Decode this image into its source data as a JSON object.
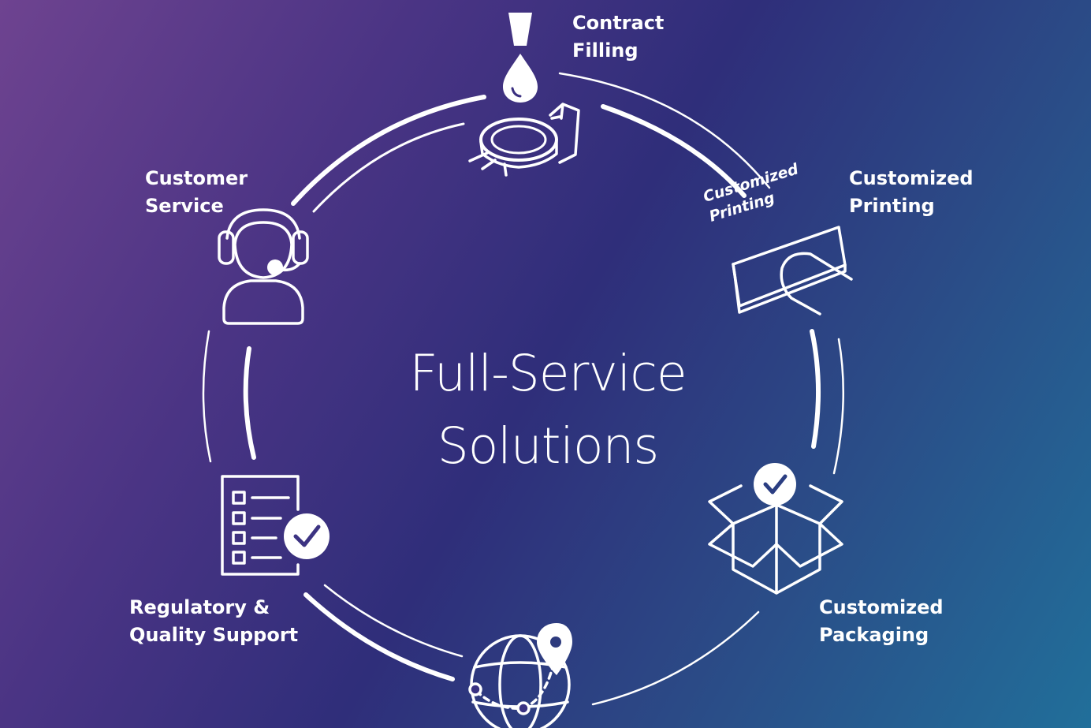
{
  "center": {
    "line1": "Full-Service",
    "line2": "Solutions"
  },
  "services": [
    {
      "id": "contract-filling",
      "line1": "Contract",
      "line2": "Filling",
      "icon": "filling-drop-icon"
    },
    {
      "id": "customized-printing",
      "line1": "Customized",
      "line2": "Printing",
      "icon": "printing-plate-icon"
    },
    {
      "id": "customized-packaging",
      "line1": "Customized",
      "line2": "Packaging",
      "icon": "open-box-check-icon"
    },
    {
      "id": "logistics",
      "icon": "globe-location-pin-icon"
    },
    {
      "id": "regulatory-quality",
      "line1": "Regulatory &",
      "line2": "Quality Support",
      "icon": "checklist-check-icon"
    },
    {
      "id": "customer-service",
      "line1": "Customer",
      "line2": "Service",
      "icon": "headset-agent-icon"
    }
  ],
  "printing_stamp": {
    "line1": "Customized",
    "line2": "Printing"
  },
  "colors": {
    "gradient_start": "#6e4390",
    "gradient_mid": "#2f2e7a",
    "gradient_end": "#216f9a",
    "foreground": "#ffffff"
  }
}
